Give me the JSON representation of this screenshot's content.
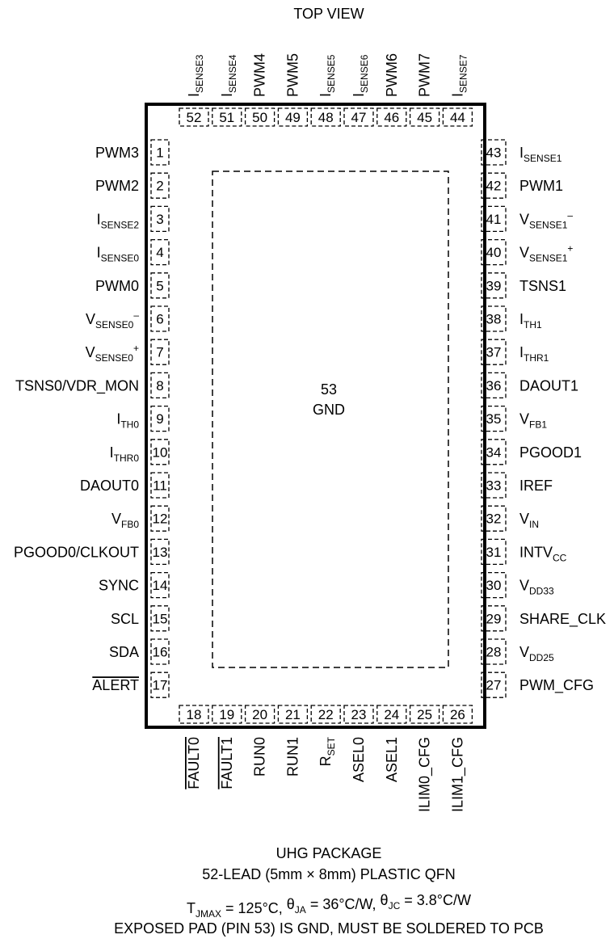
{
  "header": {
    "view_title": "TOP VIEW"
  },
  "exposed_pad": {
    "number": "53",
    "name": "GND"
  },
  "pins": {
    "left": [
      {
        "num": "1",
        "name": "PWM3"
      },
      {
        "num": "2",
        "name": "PWM2"
      },
      {
        "num": "3",
        "name": "I",
        "sub": "SENSE2"
      },
      {
        "num": "4",
        "name": "I",
        "sub": "SENSE0"
      },
      {
        "num": "5",
        "name": "PWM0"
      },
      {
        "num": "6",
        "name": "V",
        "sub": "SENSE0",
        "sup": "–"
      },
      {
        "num": "7",
        "name": "V",
        "sub": "SENSE0",
        "sup": "+"
      },
      {
        "num": "8",
        "name": "TSNS0/VDR_MON"
      },
      {
        "num": "9",
        "name": "I",
        "sub": "TH0"
      },
      {
        "num": "10",
        "name": "I",
        "sub": "THR0"
      },
      {
        "num": "11",
        "name": "DAOUT0"
      },
      {
        "num": "12",
        "name": "V",
        "sub": "FB0"
      },
      {
        "num": "13",
        "name": "PGOOD0/CLKOUT"
      },
      {
        "num": "14",
        "name": "SYNC"
      },
      {
        "num": "15",
        "name": "SCL"
      },
      {
        "num": "16",
        "name": "SDA"
      },
      {
        "num": "17",
        "name": "ALERT",
        "overbar": true
      }
    ],
    "right": [
      {
        "num": "43",
        "name": "I",
        "sub": "SENSE1"
      },
      {
        "num": "42",
        "name": "PWM1"
      },
      {
        "num": "41",
        "name": "V",
        "sub": "SENSE1",
        "sup": "–"
      },
      {
        "num": "40",
        "name": "V",
        "sub": "SENSE1",
        "sup": "+"
      },
      {
        "num": "39",
        "name": "TSNS1"
      },
      {
        "num": "38",
        "name": "I",
        "sub": "TH1"
      },
      {
        "num": "37",
        "name": "I",
        "sub": "THR1"
      },
      {
        "num": "36",
        "name": "DAOUT1"
      },
      {
        "num": "35",
        "name": "V",
        "sub": "FB1"
      },
      {
        "num": "34",
        "name": "PGOOD1"
      },
      {
        "num": "33",
        "name": "IREF"
      },
      {
        "num": "32",
        "name": "V",
        "sub": "IN"
      },
      {
        "num": "31",
        "name": "INTV",
        "sub": "CC"
      },
      {
        "num": "30",
        "name": "V",
        "sub": "DD33"
      },
      {
        "num": "29",
        "name": "SHARE_CLK"
      },
      {
        "num": "28",
        "name": "V",
        "sub": "DD25"
      },
      {
        "num": "27",
        "name": "PWM_CFG"
      }
    ],
    "top": [
      {
        "num": "52",
        "name": "I",
        "sub": "SENSE3"
      },
      {
        "num": "51",
        "name": "I",
        "sub": "SENSE4"
      },
      {
        "num": "50",
        "name": "PWM4"
      },
      {
        "num": "49",
        "name": "PWM5"
      },
      {
        "num": "48",
        "name": "I",
        "sub": "SENSE5"
      },
      {
        "num": "47",
        "name": "I",
        "sub": "SENSE6"
      },
      {
        "num": "46",
        "name": "PWM6"
      },
      {
        "num": "45",
        "name": "PWM7"
      },
      {
        "num": "44",
        "name": "I",
        "sub": "SENSE7"
      }
    ],
    "bottom": [
      {
        "num": "18",
        "name": "FAULT0",
        "overbar": true
      },
      {
        "num": "19",
        "name": "FAULT1",
        "overbar": true
      },
      {
        "num": "20",
        "name": "RUN0"
      },
      {
        "num": "21",
        "name": "RUN1"
      },
      {
        "num": "22",
        "name": "R",
        "sub": "SET"
      },
      {
        "num": "23",
        "name": "ASEL0"
      },
      {
        "num": "24",
        "name": "ASEL1"
      },
      {
        "num": "25",
        "name": "ILIM0_CFG"
      },
      {
        "num": "26",
        "name": "ILIM1_CFG"
      }
    ]
  },
  "footer": {
    "package_name": "UHG PACKAGE",
    "package_desc": "52-LEAD (5mm × 8mm) PLASTIC QFN",
    "thermal": [
      {
        "pre": "T",
        "sub": "JMAX",
        "post": " = 125°C, "
      },
      {
        "pre": "θ",
        "sub": "JA",
        "post": " = 36°C/W, "
      },
      {
        "pre": "θ",
        "sub": "JC",
        "post": " = 3.8°C/W"
      }
    ],
    "exposed_note": "EXPOSED PAD (PIN 53) IS GND, MUST BE SOLDERED TO PCB"
  }
}
